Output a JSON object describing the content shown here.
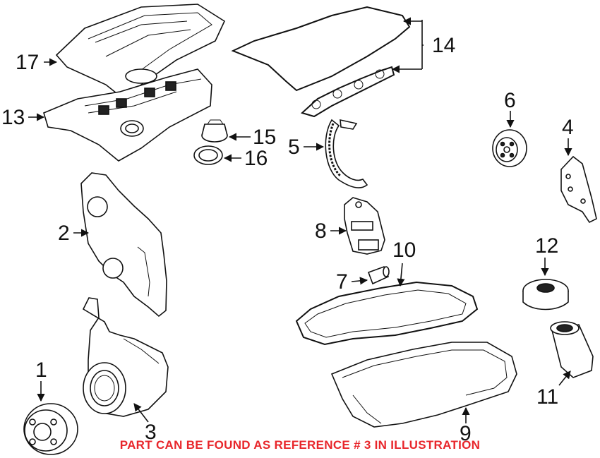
{
  "diagram": {
    "labels": {
      "l1": "1",
      "l2": "2",
      "l3": "3",
      "l4": "4",
      "l5": "5",
      "l6": "6",
      "l7": "7",
      "l8": "8",
      "l9": "9",
      "l10": "10",
      "l11": "11",
      "l12": "12",
      "l13": "13",
      "l14": "14",
      "l15": "15",
      "l16": "16",
      "l17": "17"
    },
    "note": "PART CAN BE FOUND AS REFERENCE # 3 IN ILLUSTRATION",
    "note_color": "#e8262b"
  }
}
